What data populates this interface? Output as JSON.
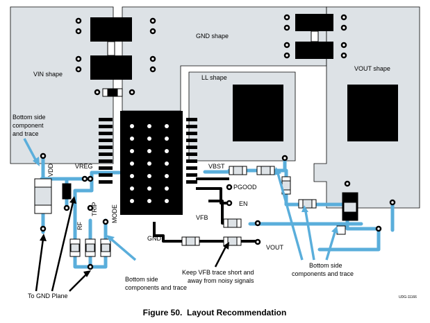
{
  "shapes": {
    "vin": "VIN shape",
    "gnd": "GND shape",
    "ll": "LL shape",
    "vout": "VOUT shape"
  },
  "pins": {
    "vdd": "VDD",
    "vreg": "VREG",
    "rf": "RF",
    "trip": "TRIP",
    "mode": "MODE",
    "vbst": "VBST",
    "pgood": "PGOOD",
    "en": "EN",
    "vfb": "VFB",
    "gnd": "GND",
    "vout": "VOUT"
  },
  "callouts": {
    "bottom_side_left_l1": "Bottom side",
    "bottom_side_left_l2": "component",
    "bottom_side_left_l3": "and trace",
    "to_gnd_plane": "To GND Plane",
    "bottom_side_mid_l1": "Bottom side",
    "bottom_side_mid_l2": "components and trace",
    "keep_vfb_l1": "Keep VFB trace short and",
    "keep_vfb_l2": "away from noisy signals",
    "bottom_side_right_l1": "Bottom side",
    "bottom_side_right_l2": "components and trace"
  },
  "caption": "Figure 50.  Layout Recommendation",
  "doc_id": "UDG-11166",
  "colors": {
    "copper": "#dde2e6",
    "trace": "#5aaedb",
    "outline": "#000000"
  }
}
